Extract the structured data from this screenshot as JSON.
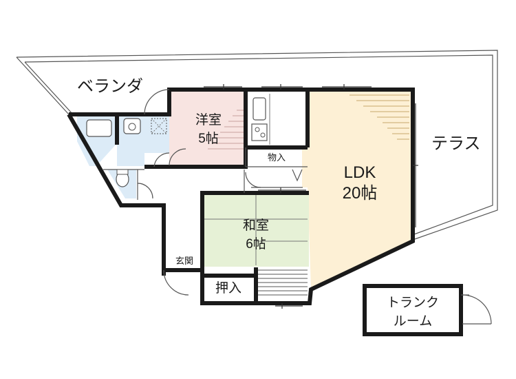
{
  "rooms": {
    "balcony": {
      "label": "ベランダ"
    },
    "terrace": {
      "label": "テラス"
    },
    "western_room": {
      "name": "洋室",
      "size": "5帖"
    },
    "ldk": {
      "name": "LDK",
      "size": "20帖"
    },
    "japanese_room": {
      "name": "和室",
      "size": "6帖"
    },
    "storage_small": {
      "label": "物入"
    },
    "entrance": {
      "label": "玄関"
    },
    "closet": {
      "label": "押入"
    },
    "trunk_room": {
      "line1": "トランク",
      "line2": "ルーム"
    }
  },
  "colors": {
    "western_room_fill": "#f8e4e1",
    "ldk_fill": "#fdf0d5",
    "japanese_room_fill": "#e6f1d6",
    "wet_area_fill": "#dcebf7",
    "wall": "#1a1a1a"
  }
}
